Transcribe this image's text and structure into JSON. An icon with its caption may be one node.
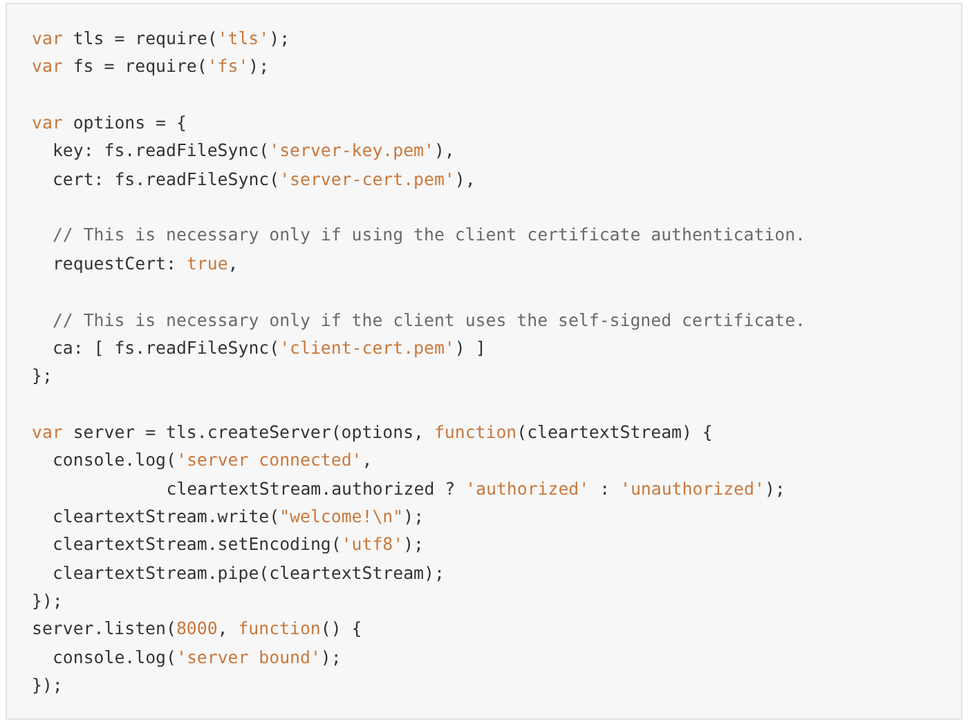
{
  "diagram": {
    "labels": [
      "var tls = require('tls');",
      "var fs = require('fs');",
      "var options = {",
      "key: fs.readFileSync('server-key.pem'),",
      "cert: fs.readFileSync('server-cert.pem'),",
      "// This is necessary only if using the client certificate authentication.",
      "requestCert: true,",
      "// This is necessary only if the client uses the self-signed certificate.",
      "ca: [ fs.readFileSync('client-cert.pem') ]",
      "};",
      "var server = tls.createServer(options, function(cleartextStream) {",
      "console.log('server connected',",
      "cleartextStream.authorized ? 'authorized' : 'unauthorized');",
      "cleartextStream.write(\"welcome!\\n\");",
      "cleartextStream.setEncoding('utf8');",
      "cleartextStream.pipe(cleartextStream);",
      "});",
      "server.listen(8000, function() {",
      "console.log('server bound');",
      "});"
    ]
  }
}
